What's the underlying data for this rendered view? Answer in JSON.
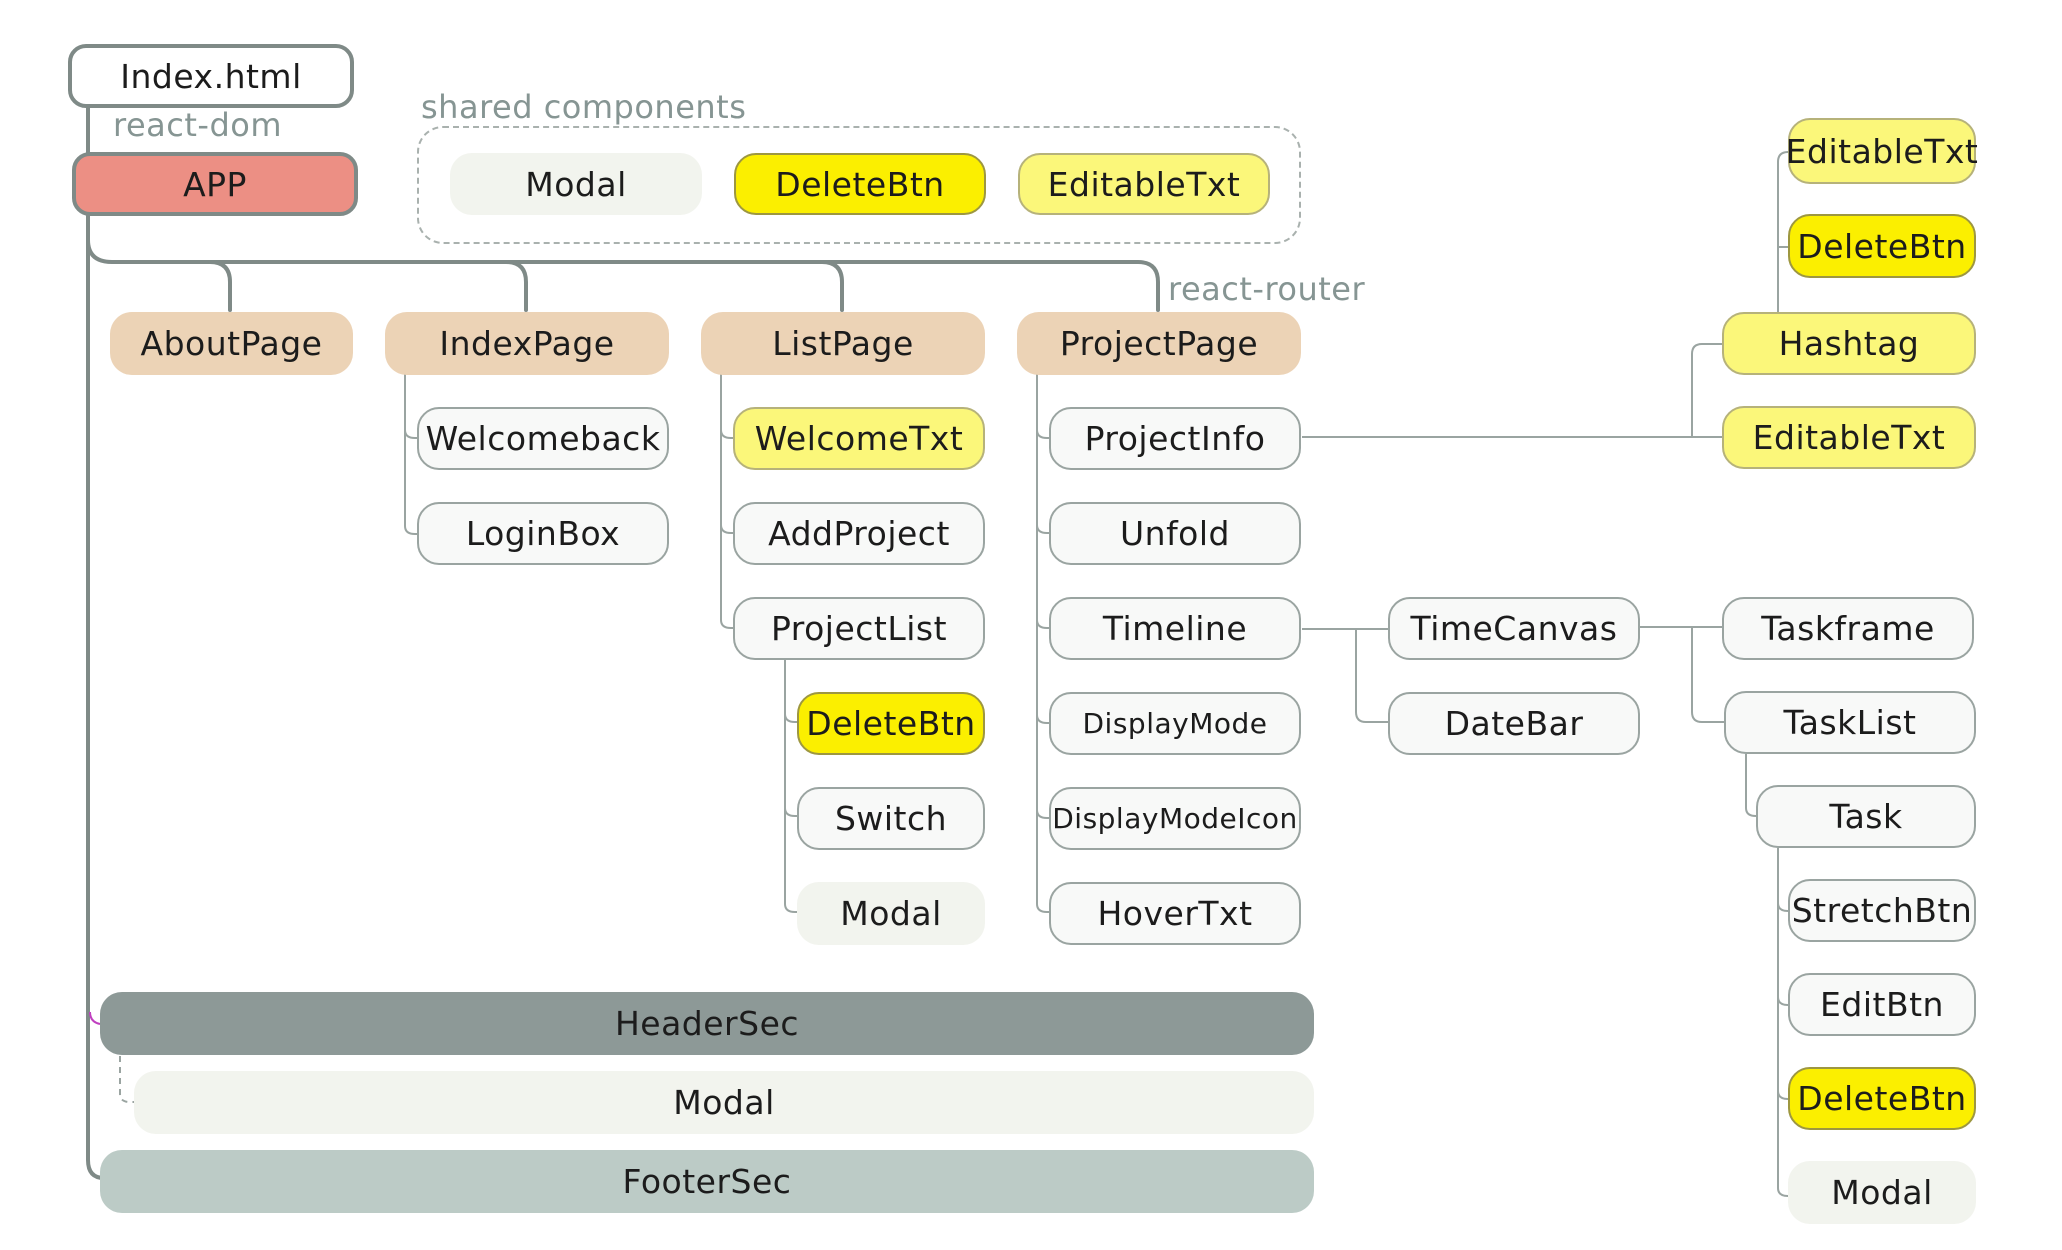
{
  "labels": {
    "react_dom": "react-dom",
    "react_router": "react-router",
    "shared_components": "shared components"
  },
  "nodes": {
    "index_html": "Index.html",
    "app": "APP",
    "shared_modal": "Modal",
    "shared_deletebtn": "DeleteBtn",
    "shared_editabletxt": "EditableTxt",
    "about_page": "AboutPage",
    "index_page": "IndexPage",
    "list_page": "ListPage",
    "project_page": "ProjectPage",
    "welcomeback": "Welcomeback",
    "loginbox": "LoginBox",
    "welcometxt": "WelcomeTxt",
    "addproject": "AddProject",
    "projectlist": "ProjectList",
    "pl_deletebtn": "DeleteBtn",
    "pl_switch": "Switch",
    "pl_modal": "Modal",
    "projectinfo": "ProjectInfo",
    "unfold": "Unfold",
    "timeline": "Timeline",
    "displaymode": "DisplayMode",
    "displaymodeicon": "DisplayModeIcon",
    "hovertxt": "HoverTxt",
    "timecanvas": "TimeCanvas",
    "datebar": "DateBar",
    "taskframe": "Taskframe",
    "tasklist": "TaskList",
    "task": "Task",
    "stretchbtn": "StretchBtn",
    "editbtn": "EditBtn",
    "task_deletebtn": "DeleteBtn",
    "task_modal": "Modal",
    "hashtag": "Hashtag",
    "hash_editabletxt_top": "EditableTxt",
    "hash_deletebtn": "DeleteBtn",
    "pi_editabletxt": "EditableTxt",
    "headersec": "HeaderSec",
    "header_modal": "Modal",
    "footersec": "FooterSec"
  },
  "colors": {
    "connector": "#7f8a87",
    "thin_connector": "#9aa4a1",
    "app": "#ec8f84",
    "page": "#ecd3b6",
    "shared_light_yellow": "#fbf77a",
    "shared_bright_yellow": "#fbef00",
    "header": "#8d9997",
    "footer": "#bccbc6"
  }
}
